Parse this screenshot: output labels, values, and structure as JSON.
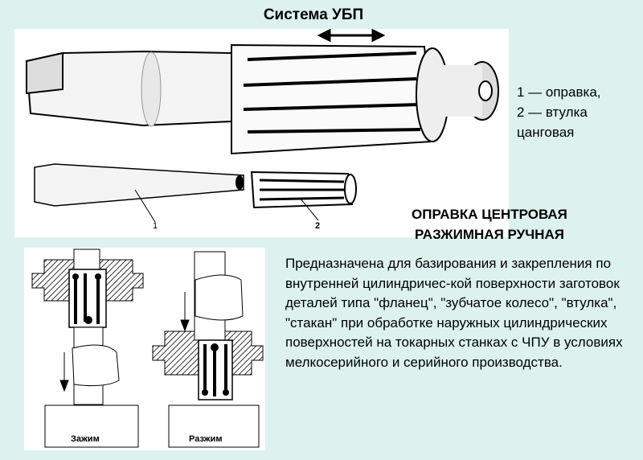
{
  "title": "Система УБП",
  "figure_top": {
    "label_1": "1",
    "label_2": "2"
  },
  "legend": {
    "line1": "1 — оправка,",
    "line2": "2 — втулка",
    "line3": "цанговая"
  },
  "heading": {
    "line1": "ОПРАВКА ЦЕНТРОВАЯ",
    "line2": "РАЗЖИМНАЯ РУЧНАЯ"
  },
  "description": "Предназначена для базирования и закрепления по внутренней цилиндричес-кой поверхности заготовок деталей типа \"фланец\", \"зубчатое колесо\", \"втулка\", \"стакан\" при обработке наружных цилиндрических поверхностей на токарных станках с ЧПУ в условиях мелкосерийного и серийного производства.",
  "figure_bottom": {
    "caption_clamp": "Зажим",
    "caption_unclamp": "Разжим"
  }
}
